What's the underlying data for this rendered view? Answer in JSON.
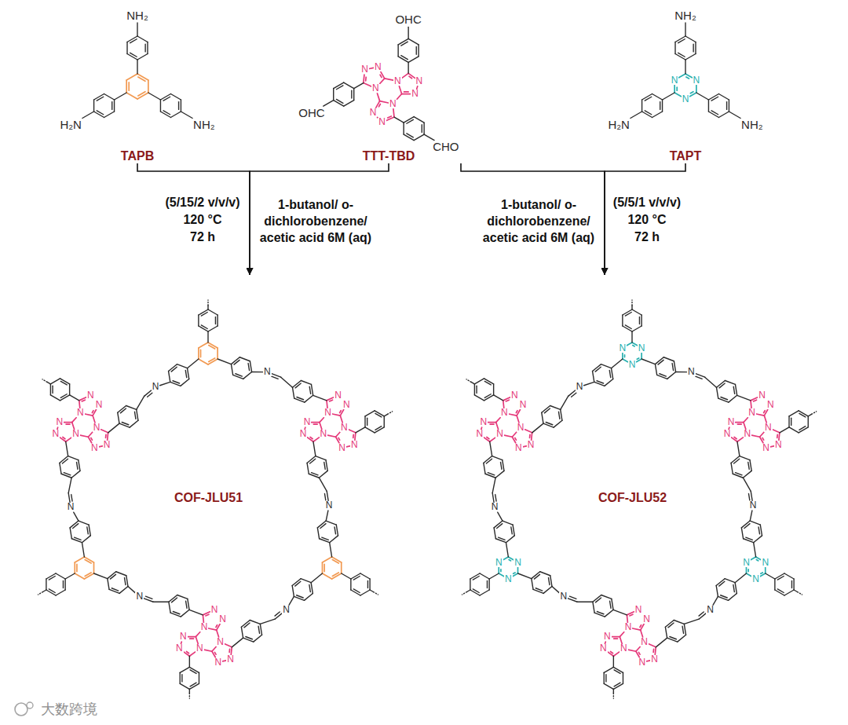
{
  "diagram": {
    "nodes": [
      {
        "text": [
          "TAPB"
        ]
      },
      {
        "text": [
          "TTT-TBD"
        ]
      },
      {
        "text": [
          "TAPT"
        ]
      },
      {
        "text": [
          "COF-JLU51"
        ]
      },
      {
        "text": [
          "COF-JLU52"
        ]
      }
    ],
    "edges": [
      {
        "from": 0,
        "to": 3,
        "arrow": "to"
      },
      {
        "from": 1,
        "to": 3,
        "arrow": "to"
      },
      {
        "from": 1,
        "to": 4,
        "arrow": "to"
      },
      {
        "from": 2,
        "to": 4,
        "arrow": "to"
      }
    ],
    "labels": [
      "NH₂",
      "H₂N",
      "NH₂",
      "N",
      "N",
      "N",
      "N",
      "N",
      "N",
      "N",
      "N",
      "N",
      "OHC",
      "OHC",
      "CHO",
      "N",
      "N",
      "N",
      "NH₂",
      "H₂N",
      "NH₂",
      "(5/15/2 v/v/v)",
      "120 °C",
      "72 h",
      "1-butanol/ o-dichlorobenzene/ acetic acid 6M (aq)",
      "1-butanol/ o-dichlorobenzene/ acetic acid 6M (aq)",
      "(5/5/1 v/v/v)",
      "120 °C",
      "72 h",
      "N",
      "N",
      "N",
      "N",
      "N",
      "N",
      "N",
      "N",
      "N",
      "N",
      "N",
      "N",
      "N",
      "N",
      "N",
      "N",
      "N",
      "N",
      "N",
      "N",
      "N",
      "N",
      "N",
      "N",
      "N",
      "N",
      "N",
      "N",
      "N",
      "N",
      "N",
      "N",
      "N",
      "N",
      "N",
      "N",
      "N",
      "N",
      "N",
      "N",
      "N",
      "N",
      "N",
      "N",
      "N",
      "N",
      "N",
      "N",
      "N",
      "N",
      "N",
      "N",
      "N",
      "N",
      "N",
      "N",
      "N",
      "N",
      "N",
      "N",
      "N",
      "N",
      "N",
      "N",
      "N",
      "N",
      "N",
      "N",
      "N",
      "N",
      "N",
      "N",
      "N",
      "N",
      "N",
      "大数跨境"
    ]
  }
}
